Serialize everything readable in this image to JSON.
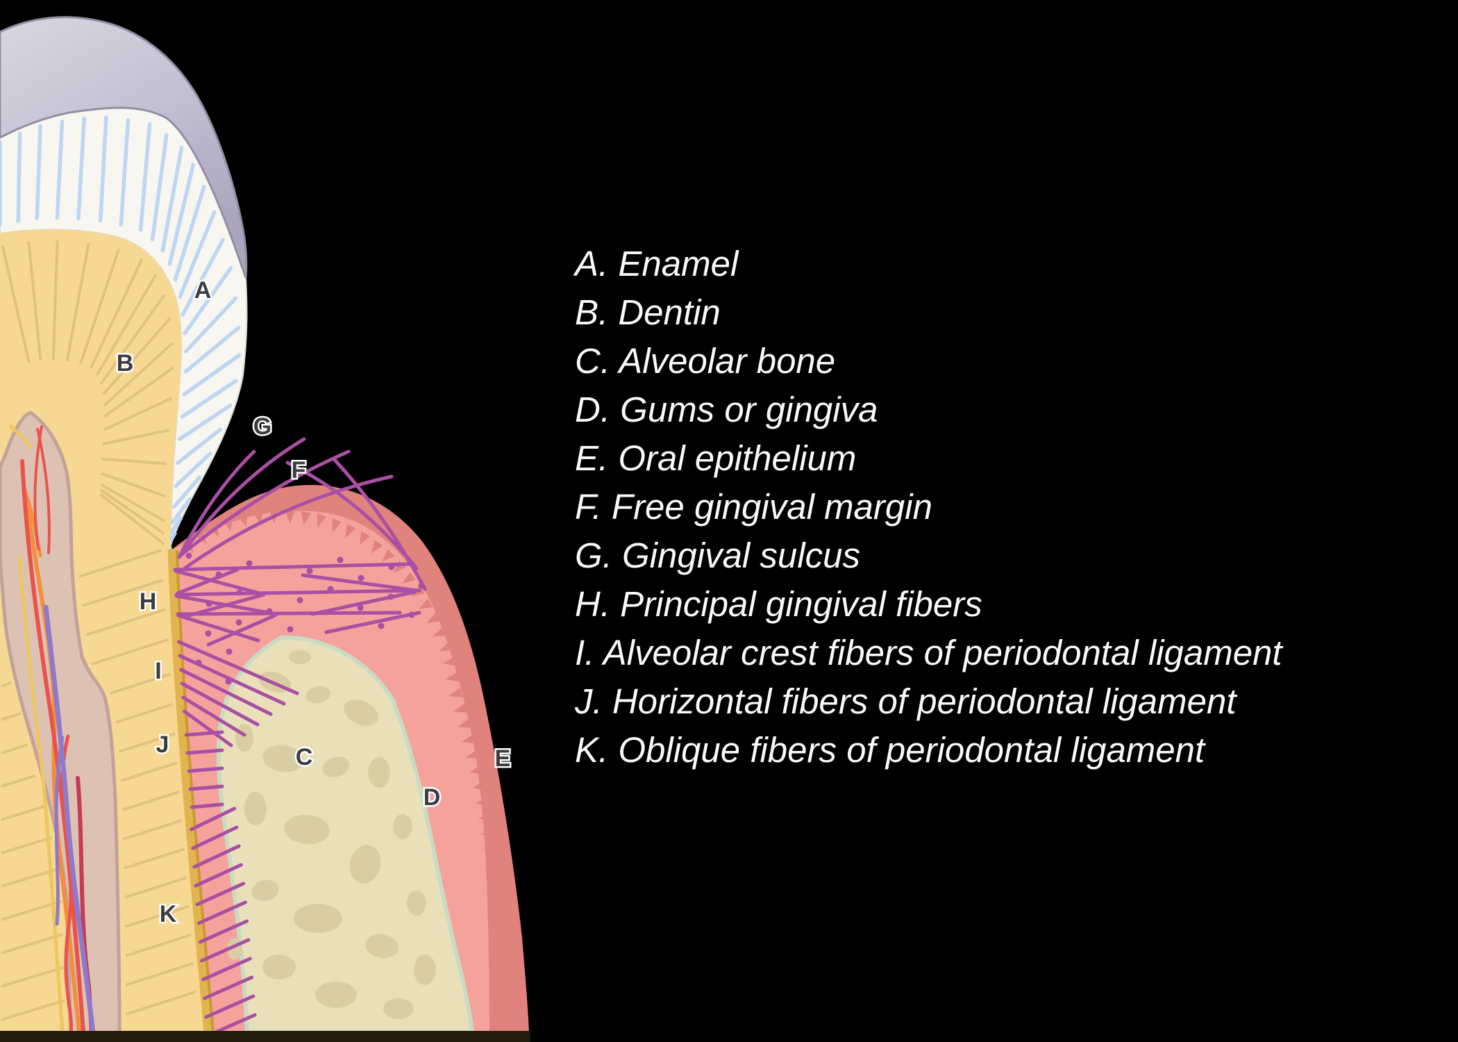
{
  "legend": {
    "items": [
      "A. Enamel",
      "B. Dentin",
      "C. Alveolar bone",
      "D. Gums or gingiva",
      "E. Oral epithelium",
      "F. Free gingival margin",
      "G. Gingival sulcus",
      "H. Principal gingival fibers",
      "I. Alveolar crest fibers of periodontal ligament",
      "J. Horizontal fibers of periodontal ligament",
      "K. Oblique fibers of periodontal ligament"
    ]
  },
  "diagram": {
    "labels": [
      {
        "letter": "A"
      },
      {
        "letter": "B"
      },
      {
        "letter": "C"
      },
      {
        "letter": "D"
      },
      {
        "letter": "E"
      },
      {
        "letter": "F"
      },
      {
        "letter": "G"
      },
      {
        "letter": "H"
      },
      {
        "letter": "I"
      },
      {
        "letter": "J"
      },
      {
        "letter": "K"
      }
    ],
    "colors": {
      "background": "#000000",
      "crown_surface_gray": "#c7c3d3",
      "enamel": "#f7f6f1",
      "enamel_stripes": "#b7d3f3",
      "dentin": "#f6d892",
      "dentin_lines": "#d9ba7a",
      "pulp": "#ddc2b4",
      "cementum": "#e2b44f",
      "gingiva": "#f5a29c",
      "oral_epithelium": "#e0837c",
      "alveolar_bone": "#e9e0ba",
      "bone_marrow_spots": "#d9cda3",
      "bone_outline": "#c9dcc3",
      "fibers": "#a94fa4",
      "vessel_red": "#e8544d",
      "vessel_crimson": "#c43a57",
      "vessel_orange": "#f28f3e",
      "vessel_purple": "#8f7ac9",
      "vessel_yellow": "#ecc75e",
      "label_text": "#3c3c40",
      "legend_text": "#fafafa"
    }
  }
}
